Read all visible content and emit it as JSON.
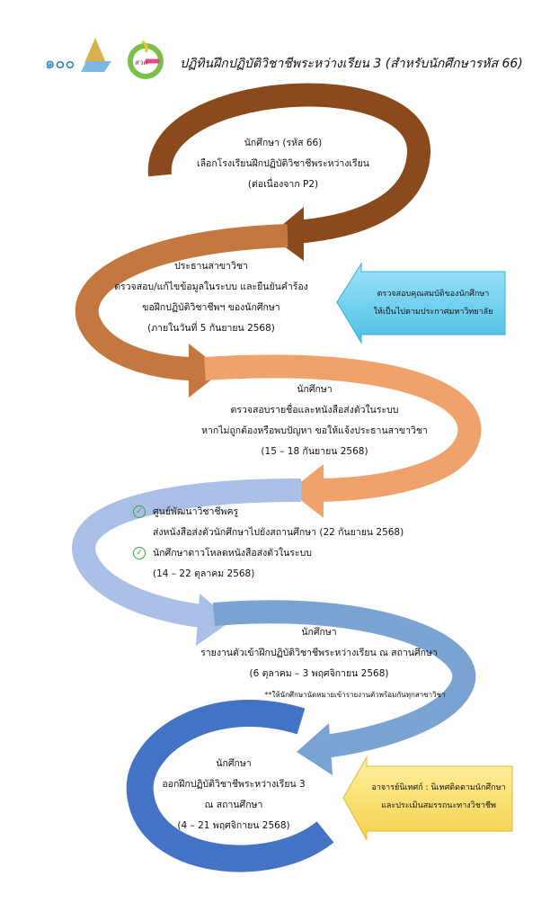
{
  "header": {
    "title": "ปฏิทินฝึกปฏิบัติวิชาชีพระหว่างเรียน 3 (สำหรับนักศึกษารหัส 66)",
    "logo1_text": "๑๐๐",
    "logo2_text": "สวค"
  },
  "steps": [
    {
      "lines": [
        "นักศึกษา (รหัส 66)",
        "เลือกโรงเรียนฝึกปฏิบัติวิชาชีพระหว่างเรียน",
        "(ต่อเนื่องจาก P2)"
      ],
      "color": "#8B4A1C"
    },
    {
      "lines": [
        "ประธานสาขาวิชา",
        "ตรวจสอบ/แก้ไขข้อมูลในระบบ และยืนยันคำร้อง",
        "ขอฝึกปฏิบัติวิชาชีพฯ ของนักศึกษา",
        "(ภายในวันที่ 5 กันยายน 2568)"
      ],
      "color": "#C47840"
    },
    {
      "lines": [
        "นักศึกษา",
        "ตรวจสอบรายชื่อและหนังสือส่งตัวในระบบ",
        "หากไม่ถูกต้องหรือพบปัญหา ขอให้แจ้งประธานสาขาวิชา",
        "(15 – 18 กันยายน 2568)"
      ],
      "color": "#F0A26C"
    },
    {
      "lines": [
        "ศูนย์พัฒนาวิชาชีพครู",
        "ส่งหนังสือส่งตัวนักศึกษาไปยังสถานศึกษา (22 กันยายน 2568)",
        "นักศึกษาดาวโหลดหนังสือส่งตัวในระบบ",
        "(14 – 22 ตุลาคม 2568)"
      ],
      "color": "#A9BFE5"
    },
    {
      "lines": [
        "นักศึกษา",
        "รายงานตัวเข้าฝึกปฏิบัติวิชาชีพระหว่างเรียน ณ สถานศึกษา",
        "(6 ตุลาคม – 3 พฤศจิกายน 2568)",
        "**ให้นักศึกษานัดหมายเข้ารายงานตัวพร้อมกันทุกสาขาวิชา"
      ],
      "color": "#7BA3D2"
    },
    {
      "lines": [
        "นักศึกษา",
        "ออกฝึกปฏิบัติวิชาชีพระหว่างเรียน 3",
        "ณ สถานศึกษา",
        "(4 – 21 พฤศจิกายน 2568)"
      ],
      "color": "#4472C4"
    }
  ],
  "side_notes": [
    {
      "lines": [
        "ตรวจสอบคุณสมบัติของนักศึกษา",
        "ให้เป็นไปตามประกาศมหาวิทยาลัย"
      ],
      "color": "#6FD0EE"
    },
    {
      "lines": [
        "อาจารย์นิเทศก์ : นิเทศติดตามนักศึกษา",
        "และประเมินสมรรถนะทางวิชาชีพ"
      ],
      "color": "#FBE27A"
    }
  ],
  "icons": {
    "check": "✓"
  }
}
